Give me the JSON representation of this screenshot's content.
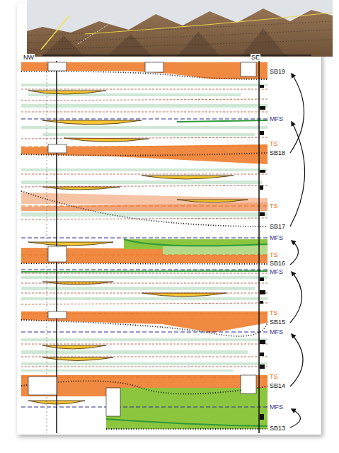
{
  "diagram": {
    "labels": [
      "NW",
      "SE",
      "SB19",
      "MFS",
      "TS",
      "SB18",
      "TS",
      "SB17",
      "MFS",
      "TS",
      "SB16",
      "MFS",
      "TS",
      "SB15",
      "MFS",
      "TS",
      "SB14",
      "MFS",
      "SB13"
    ]
  }
}
